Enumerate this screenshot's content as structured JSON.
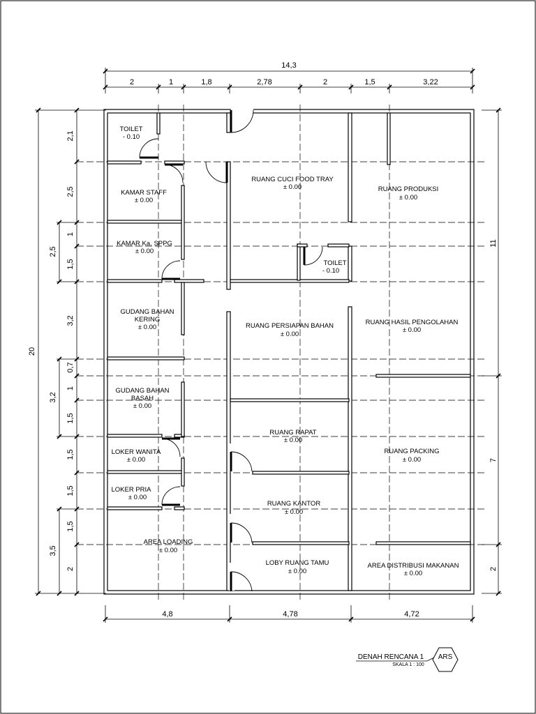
{
  "drawing": {
    "title": "DENAH RENCANA 1",
    "scale": "SKALA 1 : 100",
    "discipline_tag": "ARS"
  },
  "dimensions": {
    "top_total": "14,3",
    "top_segments": [
      "2",
      "1",
      "1,8",
      "2,78",
      "2",
      "1,5",
      "3,22"
    ],
    "bottom_segments": [
      "4,8",
      "4,78",
      "4,72"
    ],
    "left_total": "20",
    "left_groups": [
      "2,5",
      "3,2",
      "3,5"
    ],
    "left_segments": [
      "2,1",
      "2,5",
      "1",
      "1,5",
      "3,2",
      "0,7",
      "1",
      "1,5",
      "1,5",
      "1,5",
      "1,5",
      "2"
    ],
    "right_segments": [
      "11",
      "7",
      "2"
    ]
  },
  "rooms": {
    "toilet_1": {
      "name": "TOILET",
      "level": "- 0.10"
    },
    "kamar_staff": {
      "name": "KAMAR STAFF",
      "level": "± 0.00"
    },
    "kamar_ka_sppg": {
      "name": "KAMAR Ka. SPPG",
      "level": "± 0.00"
    },
    "gudang_kering": {
      "name1": "GUDANG BAHAN",
      "name2": "KERING",
      "level": "± 0.00"
    },
    "gudang_basah": {
      "name1": "GUDANG BAHAN",
      "name2": "BASAH",
      "level": "± 0.00"
    },
    "loker_wanita": {
      "name": "LOKER WANITA",
      "level": "± 0.00"
    },
    "loker_pria": {
      "name": "LOKER PRIA",
      "level": "± 0.00"
    },
    "area_loading": {
      "name": "AREA LOADING",
      "level": "± 0.00"
    },
    "ruang_cuci": {
      "name": "RUANG CUCI FOOD TRAY",
      "level": "± 0.00"
    },
    "toilet_2": {
      "name": "TOILET",
      "level": "- 0.10"
    },
    "ruang_persiapan": {
      "name": "RUANG PERSIAPAN BAHAN",
      "level": "± 0.00"
    },
    "ruang_rapat": {
      "name": "RUANG RAPAT",
      "level": "± 0.00"
    },
    "ruang_kantor": {
      "name": "RUANG KANTOR",
      "level": "± 0.00"
    },
    "loby": {
      "name": "LOBY RUANG TAMU",
      "level": "± 0.00"
    },
    "ruang_produksi": {
      "name": "RUANG PRODUKSI",
      "level": "± 0.00"
    },
    "ruang_hasil": {
      "name": "RUANG HASIL PENGOLAHAN",
      "level": "± 0.00"
    },
    "ruang_packing": {
      "name": "RUANG PACKING",
      "level": "± 0.00"
    },
    "area_distribusi": {
      "name": "AREA DISTRIBUSI MAKANAN",
      "level": "± 0.00"
    }
  }
}
